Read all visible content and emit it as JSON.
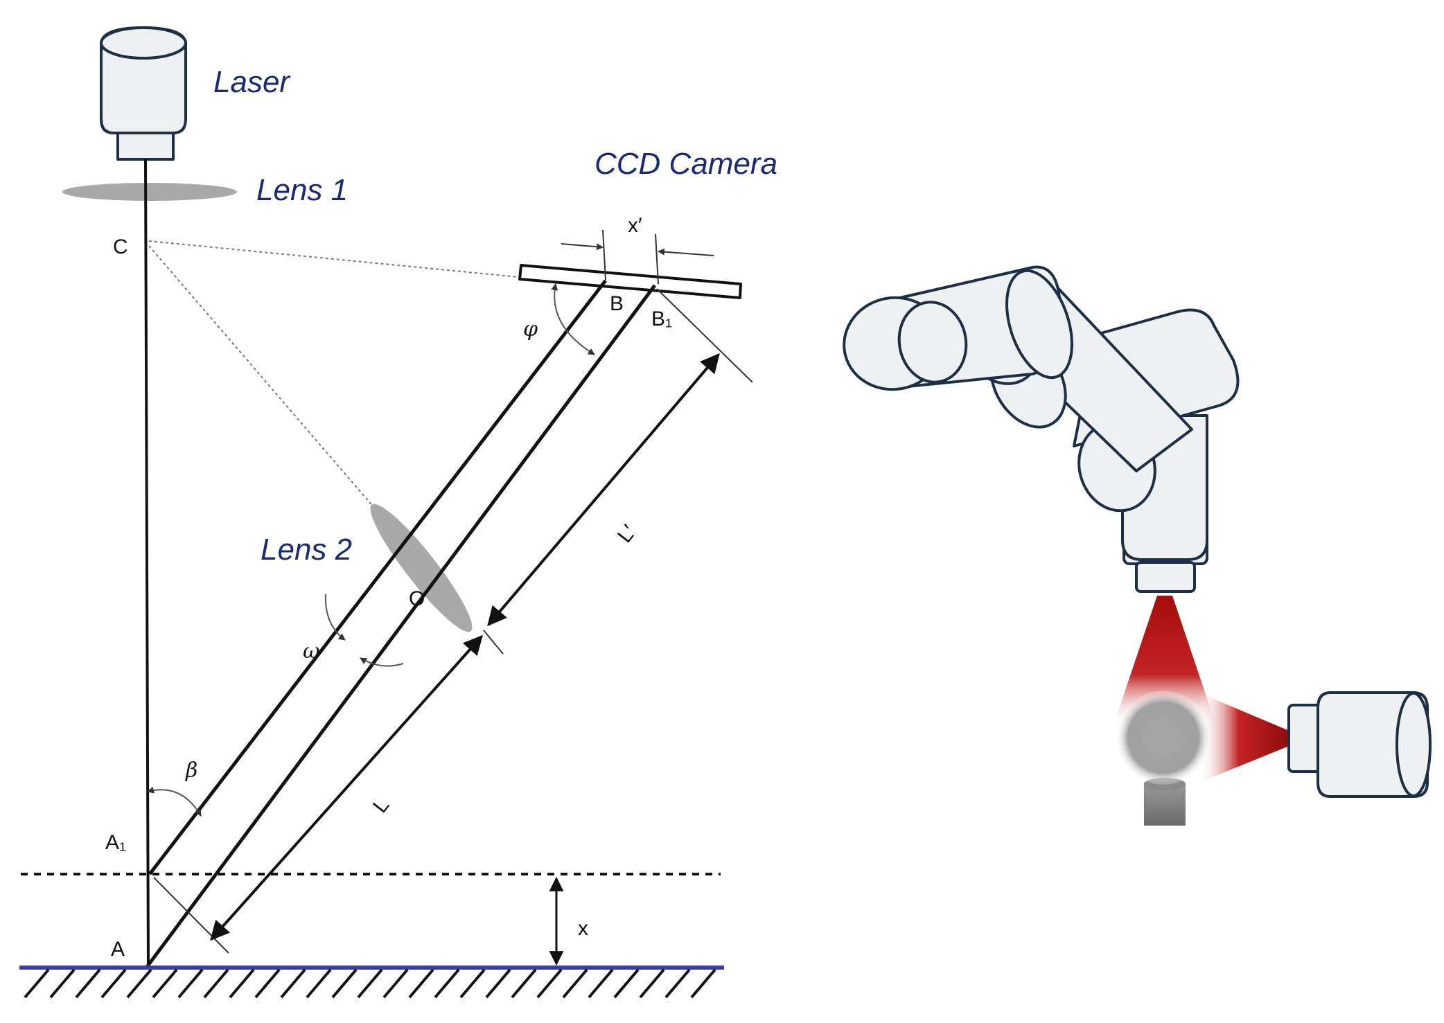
{
  "labels": {
    "laser": "Laser",
    "lens1": "Lens 1",
    "ccd_camera": "CCD Camera",
    "lens2": "Lens 2"
  },
  "geometry_labels": {
    "c": "C",
    "b": "B",
    "b1": "B₁",
    "x_prime": "x′",
    "phi": "φ",
    "l_prime": "L′",
    "o": "O",
    "omega": "ω",
    "beta": "β",
    "a1": "A₁",
    "a": "A",
    "l": "L",
    "x": "x"
  },
  "colors": {
    "label_blue": "#1b2a6b",
    "robot_outline": "#1c2f45",
    "robot_fill": "#eef0f2",
    "laser_red": "#b00000",
    "ground_blue": "#3a3fa6",
    "lens_gray": "#a9a9a9"
  }
}
